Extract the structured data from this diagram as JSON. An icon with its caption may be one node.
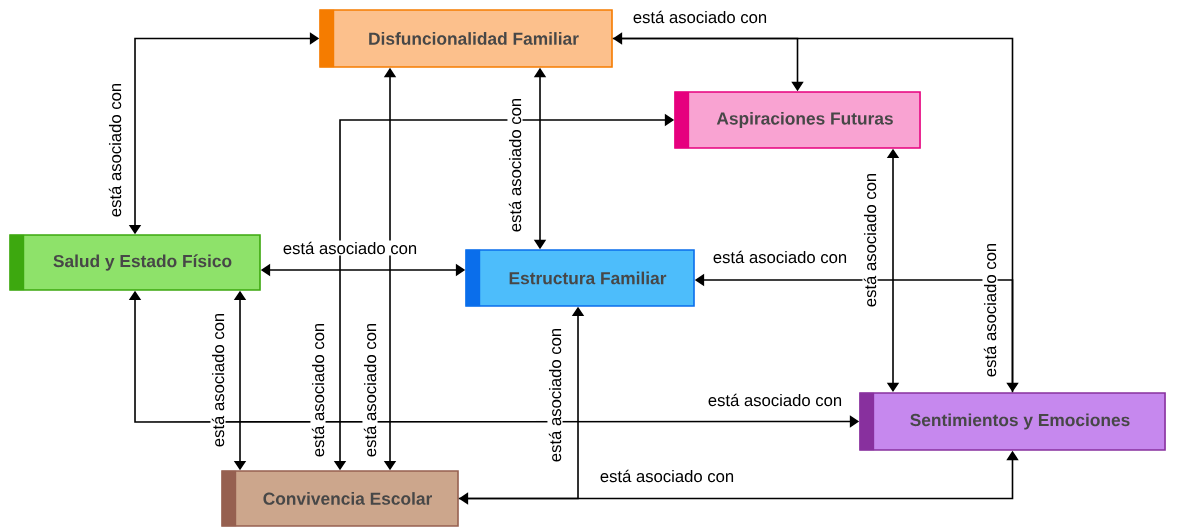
{
  "diagram": {
    "nodes": [
      {
        "text": [
          "Disfuncionalidad Familiar"
        ]
      },
      {
        "text": [
          "Aspiraciones Futuras"
        ]
      },
      {
        "text": [
          "Salud y Estado Físico"
        ]
      },
      {
        "text": [
          "Estructura Familiar"
        ]
      },
      {
        "text": [
          "Sentimientos y Emociones"
        ]
      },
      {
        "text": [
          "Convivencia Escolar"
        ]
      }
    ],
    "edges": [
      {
        "from": 0,
        "to": 2,
        "arrow": "both",
        "label": "está asociado con"
      },
      {
        "from": 0,
        "to": 4,
        "arrow": "both",
        "label": "está asociado con"
      },
      {
        "from": 0,
        "to": 1,
        "arrow": "to",
        "label": "está asociado con"
      },
      {
        "from": 0,
        "to": 3,
        "arrow": "both",
        "label": "está asociado con"
      },
      {
        "from": 0,
        "to": 5,
        "arrow": "both",
        "label": "está asociado con"
      },
      {
        "from": 5,
        "to": 1,
        "arrow": "both",
        "label": "está asociado con"
      },
      {
        "from": 2,
        "to": 3,
        "arrow": "both",
        "label": "está asociado con"
      },
      {
        "from": 2,
        "to": 5,
        "arrow": "both",
        "label": "está asociado con"
      },
      {
        "from": 1,
        "to": 4,
        "arrow": "both",
        "label": "está asociado con"
      },
      {
        "from": 4,
        "to": 3,
        "arrow": "to",
        "label": "está asociado con"
      },
      {
        "from": 2,
        "to": 4,
        "arrow": "both",
        "label": "está asociado con"
      },
      {
        "from": 5,
        "to": 3,
        "arrow": "both",
        "label": "está asociado con"
      },
      {
        "from": 5,
        "to": 4,
        "arrow": "to",
        "label": "está asociado con"
      }
    ]
  }
}
